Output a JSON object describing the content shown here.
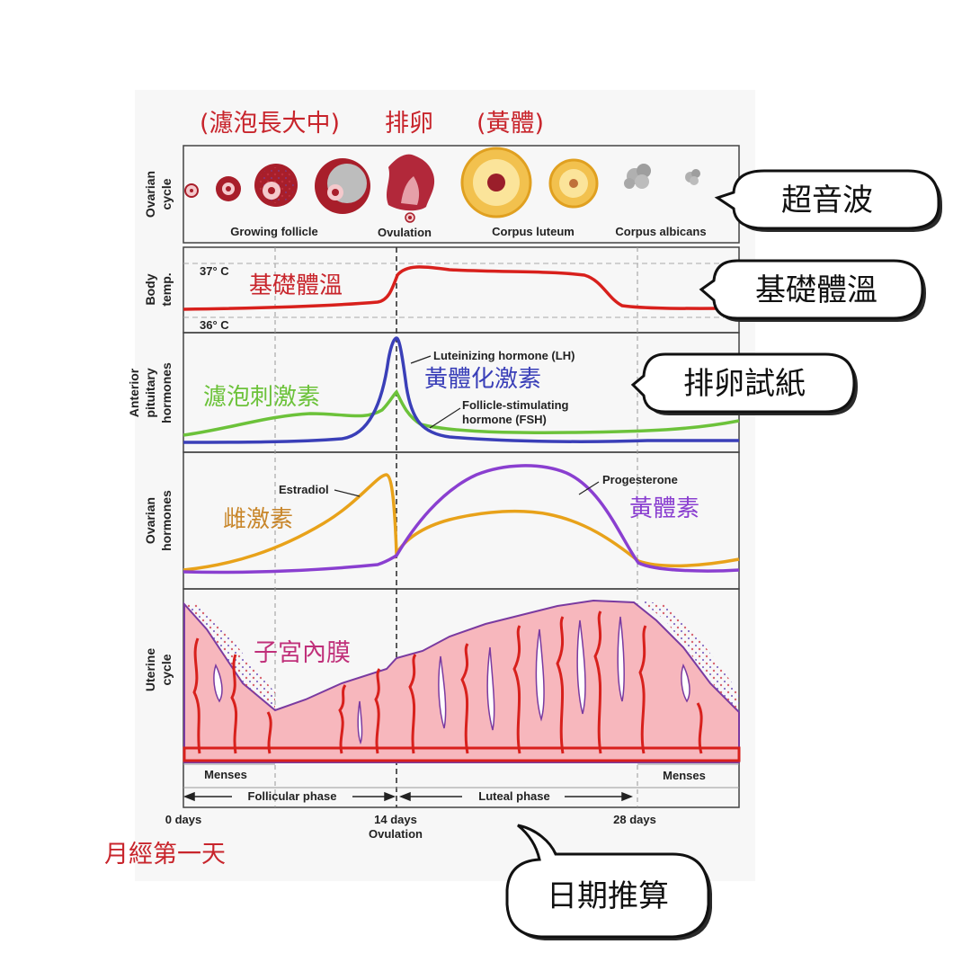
{
  "header": {
    "follicle_growing_cn": "(濾泡長大中)",
    "ovulation_cn": "排卵",
    "corpus_luteum_cn": "(黃體)"
  },
  "ovarian_cycle": {
    "side_label_1": "Ovarian",
    "side_label_2": "cycle",
    "growing_follicle": "Growing follicle",
    "ovulation": "Ovulation",
    "corpus_luteum": "Corpus luteum",
    "corpus_albicans": "Corpus albicans"
  },
  "body_temp": {
    "side_label_1": "Body",
    "side_label_2": "temp.",
    "t37": "37° C",
    "t36": "36° C",
    "cn_label": "基礎體溫"
  },
  "pituitary": {
    "side_label_1": "Anterior",
    "side_label_2": "pituitary",
    "side_label_3": "hormones",
    "lh_en": "Luteinizing hormone (LH)",
    "lh_cn": "黃體化激素",
    "fsh_cn": "濾泡刺激素",
    "fsh_en_1": "Follicle-stimulating",
    "fsh_en_2": "hormone (FSH)"
  },
  "ovarian_hormones": {
    "side_label_1": "Ovarian",
    "side_label_2": "hormones",
    "estradiol_en": "Estradiol",
    "estradiol_cn": "雌激素",
    "progesterone_en": "Progesterone",
    "progesterone_cn": "黃體素"
  },
  "uterine": {
    "side_label_1": "Uterine",
    "side_label_2": "cycle",
    "endometrium_cn": "子宮內膜",
    "menses_left": "Menses",
    "menses_right": "Menses",
    "follicular_phase": "Follicular phase",
    "luteal_phase": "Luteal phase"
  },
  "axis": {
    "day0": "0 days",
    "day14": "14 days",
    "day14_sub": "Ovulation",
    "day28": "28 days",
    "first_day_cn": "月經第一天"
  },
  "bubbles": {
    "ultrasound": "超音波",
    "bbt": "基礎體溫",
    "ovulation_test": "排卵試紙",
    "date_calc": "日期推算"
  },
  "colors": {
    "red_text": "#c8252c",
    "lh_blue": "#3a3fb8",
    "fsh_green": "#6cc23a",
    "estradiol_orange": "#e8a21a",
    "progesterone_purple": "#8a3fd0",
    "endometrium_pink": "#f7b7bd",
    "vessel_red": "#d8201c"
  }
}
